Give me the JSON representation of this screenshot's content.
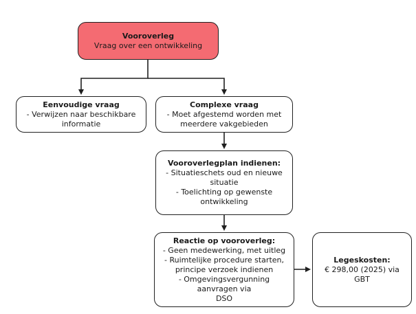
{
  "nodes": {
    "root": {
      "title": "Vooroverleg",
      "lines": [
        "Vraag over een ontwikkeling"
      ]
    },
    "simple": {
      "title": "Eenvoudige vraag",
      "lines": [
        "- Verwijzen naar beschikbare",
        "informatie"
      ]
    },
    "complex": {
      "title": "Complexe vraag",
      "lines": [
        "- Moet afgestemd worden met",
        "meerdere vakgebieden"
      ]
    },
    "plan": {
      "title": "Vooroverlegplan indienen:",
      "lines": [
        "- Situatieschets oud en nieuwe",
        "situatie",
        "- Toelichting op gewenste",
        "ontwikkeling"
      ]
    },
    "reaction": {
      "title": "Reactie op vooroverleg:",
      "lines": [
        "- Geen medewerking, met uitleg",
        "- Ruimtelijke procedure starten,",
        "principe verzoek indienen",
        "- Omgevingsvergunning aanvragen via",
        "DSO"
      ]
    },
    "fees": {
      "title": "Legeskosten:",
      "lines": [
        "€ 298,00 (2025) via GBT"
      ]
    }
  },
  "colors": {
    "root_fill": "#f46b72",
    "stroke": "#1f1f1f"
  }
}
